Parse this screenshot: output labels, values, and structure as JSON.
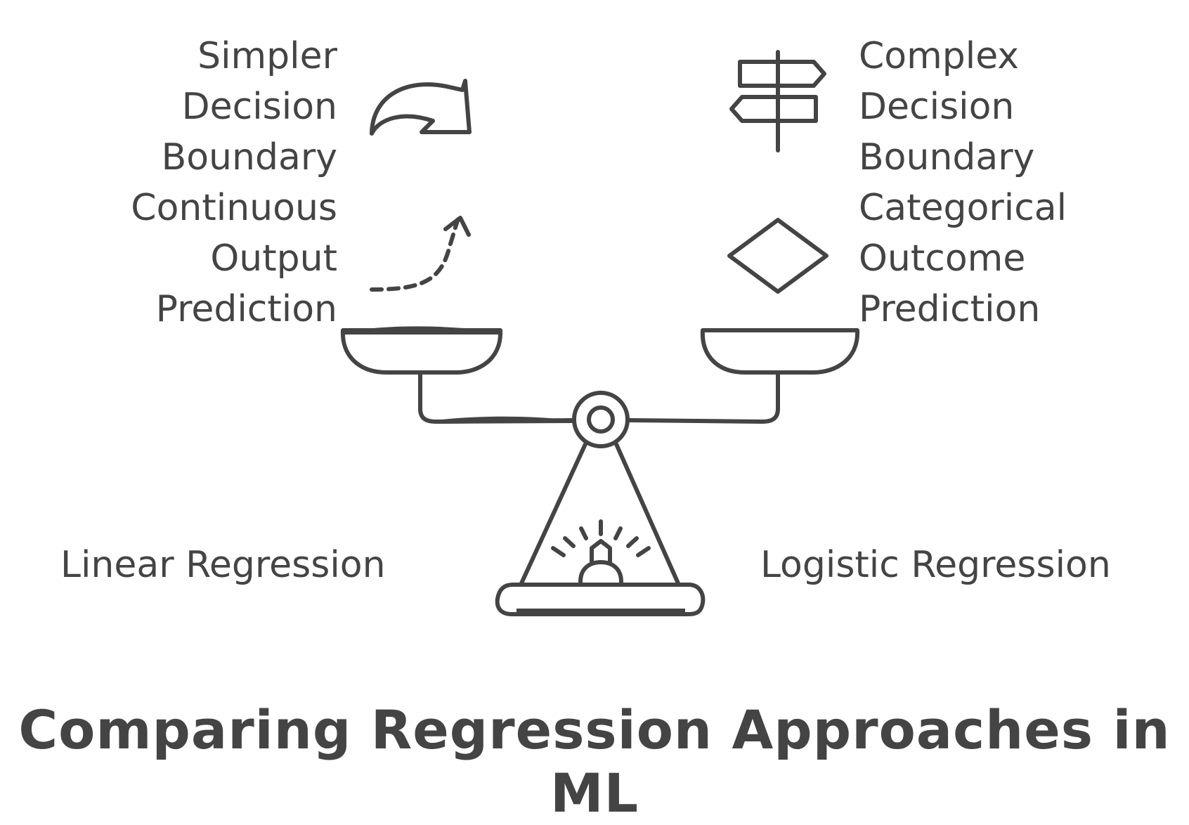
{
  "title": "Comparing Regression Approaches in ML",
  "left": {
    "label": "Linear Regression",
    "lines": [
      "Simpler",
      "Decision",
      "Boundary",
      "Continuous",
      "Output",
      "Prediction"
    ],
    "icons": [
      "curved-arrow-icon",
      "dashed-arrow-icon"
    ]
  },
  "right": {
    "label": "Logistic Regression",
    "lines": [
      "Complex",
      "Decision",
      "Boundary",
      "Categorical",
      "Outcome",
      "Prediction"
    ],
    "icons": [
      "signpost-icon",
      "diamond-icon"
    ]
  },
  "center_icon": "balance-scale-icon",
  "colors": {
    "ink": "#444444",
    "background": "#ffffff"
  }
}
